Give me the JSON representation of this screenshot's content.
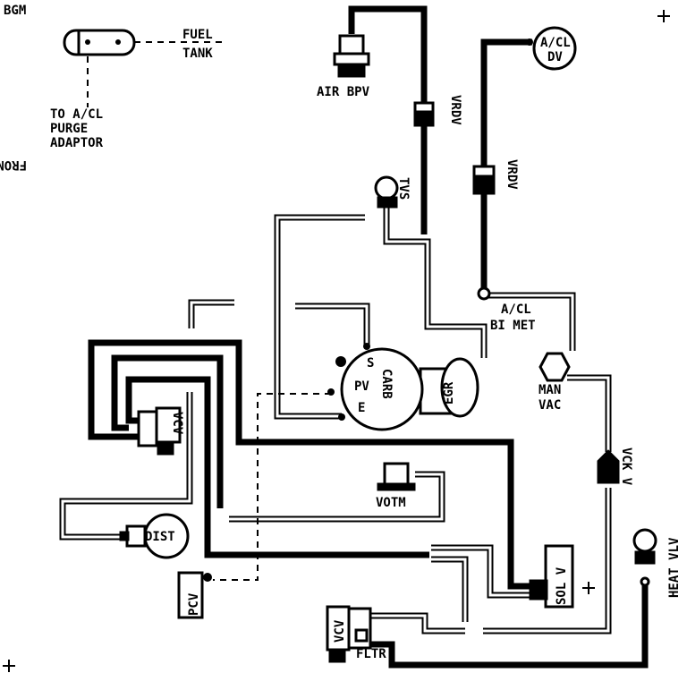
{
  "labels": {
    "code": "BGM",
    "fuel": "FUEL",
    "tank": "TANK",
    "to_acl": "TO A/CL",
    "purge": "PURGE",
    "adaptor": "ADAPTOR",
    "front_of_vehicle": "FRONT OF VEHICLE",
    "air_bpv": "AIR BPV",
    "vrdv_1": "VRDV",
    "vrdv_2": "VRDV",
    "tvs": "TVS",
    "acl_dv_1": "A/CL",
    "acl_dv_2": "DV",
    "acl_bimet_1": "A/CL",
    "acl_bimet_2": "BI MET",
    "carb_s": "S",
    "carb_pv": "PV",
    "carb_e": "E",
    "carb": "CARB",
    "egr": "EGR",
    "man": "MAN",
    "vac": "VAC",
    "vcv_1": "VCV",
    "vck_v": "VCK V",
    "votm": "VOTM",
    "dist": "DIST",
    "pcv": "PCV",
    "sol_v": "SOL V",
    "heat_vlv": "HEAT VLV",
    "vcv_2": "VCV",
    "fltr": "FLTR"
  },
  "colors": {
    "ink": "#000000",
    "paper": "#ffffff"
  }
}
